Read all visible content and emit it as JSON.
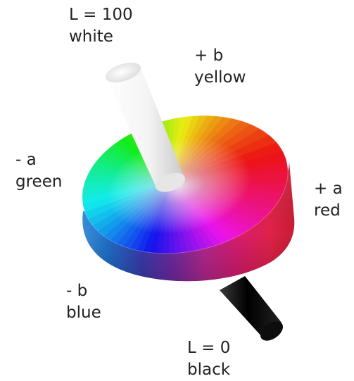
{
  "labels": {
    "white": {
      "line1": "L = 100",
      "line2": "white"
    },
    "yellow": {
      "line1": "+ b",
      "line2": "yellow"
    },
    "green": {
      "line1": "- a",
      "line2": "green"
    },
    "red": {
      "line1": "+ a",
      "line2": "red"
    },
    "blue": {
      "line1": "- b",
      "line2": "blue"
    },
    "black": {
      "line1": "L = 0",
      "line2": "black"
    }
  },
  "colors": {
    "label_text": "#222222",
    "white_axis": "#ffffff",
    "black_axis": "#0a0a0a",
    "hue_yellow": "#f2e11e",
    "hue_red": "#e21b2f",
    "hue_magenta": "#d41a7e",
    "hue_purple": "#7a2a9a",
    "hue_blue": "#1f7fd0",
    "hue_green": "#1f8f3f"
  }
}
